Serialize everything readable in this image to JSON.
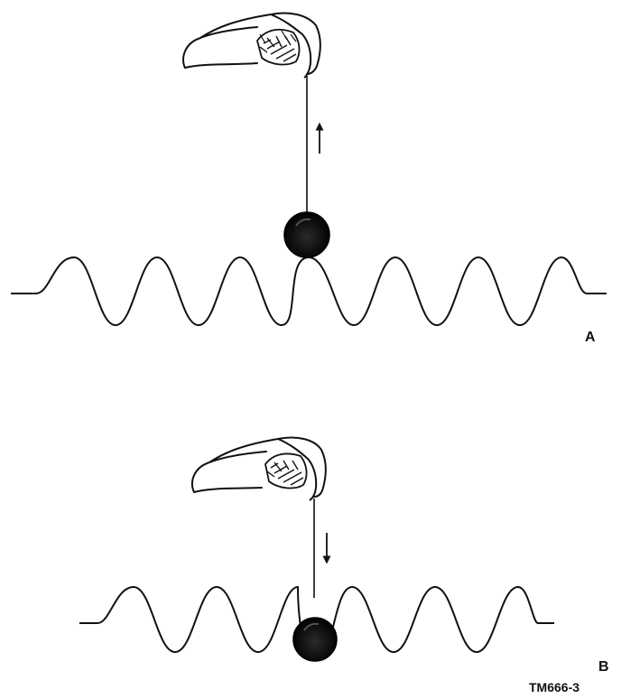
{
  "panels": [
    {
      "label": "A",
      "direction": "up",
      "ball_position": "crest"
    },
    {
      "label": "B",
      "direction": "down",
      "ball_position": "trough"
    }
  ],
  "figure_code": "TM666-3",
  "colors": {
    "ink": "#111111",
    "background": "#ffffff"
  },
  "icons": [
    "hand-icon",
    "arrow-up-icon",
    "arrow-down-icon",
    "ball-icon"
  ]
}
